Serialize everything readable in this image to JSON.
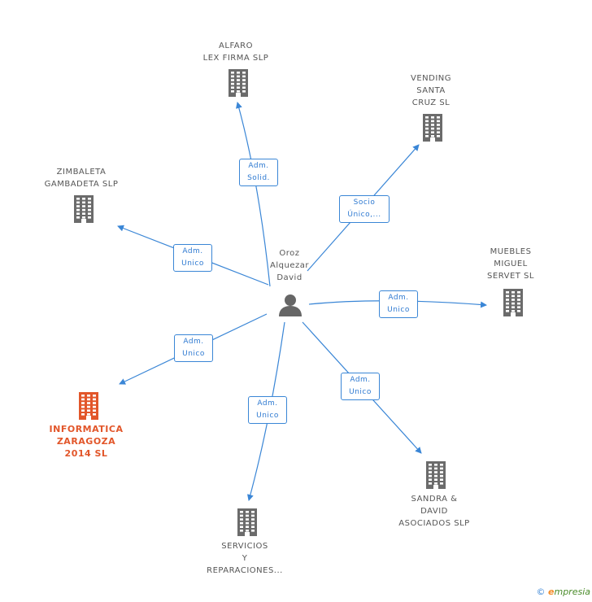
{
  "center": {
    "name": "Oroz\nAlquezar\nDavid",
    "icon": "person-icon"
  },
  "companies": {
    "alfaro": "ALFARO\nLEX FIRMA SLP",
    "vending": "VENDING\nSANTA\nCRUZ  SL",
    "zimbaleta": "ZIMBALETA\nGAMBADETA SLP",
    "muebles": "MUEBLES\nMIGUEL\nSERVET SL",
    "informatica": "INFORMATICA\nZARAGOZA\n2014  SL",
    "sandra": "SANDRA &\nDAVID\nASOCIADOS SLP",
    "servicios": "SERVICIOS\nY\nREPARACIONES..."
  },
  "roles": {
    "alfaro": "Adm.\nSolid.",
    "vending": "Socio\nÚnico,...",
    "zimbaleta": "Adm.\nUnico",
    "muebles": "Adm.\nUnico",
    "informatica": "Adm.\nUnico",
    "sandra": "Adm.\nUnico",
    "servicios": "Adm.\nUnico"
  },
  "colors": {
    "edge": "#3a86d6",
    "building": "#6b6b6b",
    "highlight": "#e2562a",
    "person": "#666666"
  },
  "footer": {
    "copyright": "©",
    "brand_initial": "e",
    "brand_rest": "mpresia"
  }
}
